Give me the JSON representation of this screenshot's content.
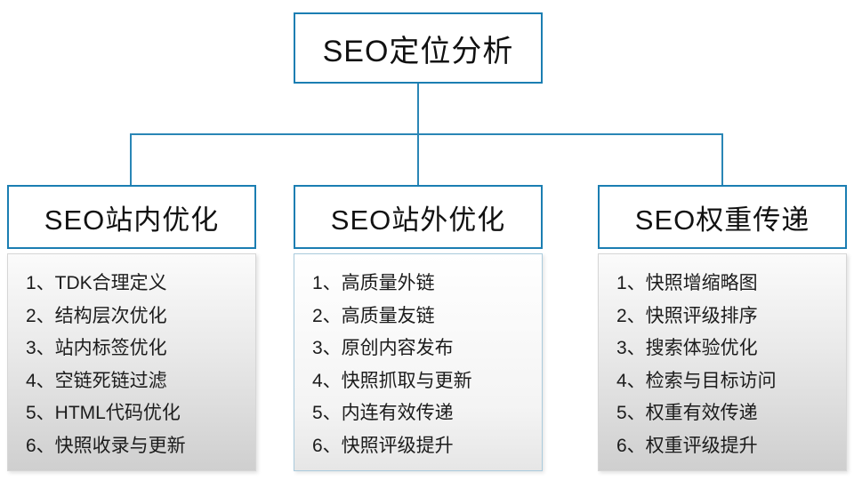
{
  "root": {
    "title": "SEO定位分析"
  },
  "columns": [
    {
      "title": "SEO站内优化",
      "items": [
        "1、TDK合理定义",
        "2、结构层次优化",
        "3、站内标签优化",
        "4、空链死链过滤",
        "5、HTML代码优化",
        "6、快照收录与更新"
      ]
    },
    {
      "title": "SEO站外优化",
      "items": [
        "1、高质量外链",
        "2、高质量友链",
        "3、原创内容发布",
        "4、快照抓取与更新",
        "5、内连有效传递",
        "6、快照评级提升"
      ]
    },
    {
      "title": "SEO权重传递",
      "items": [
        "1、快照增缩略图",
        "2、快照评级排序",
        "3、搜索体验优化",
        "4、检索与目标访问",
        "5、权重有效传递",
        "6、权重评级提升"
      ]
    }
  ],
  "colors": {
    "accent": "#1b7eb2"
  }
}
